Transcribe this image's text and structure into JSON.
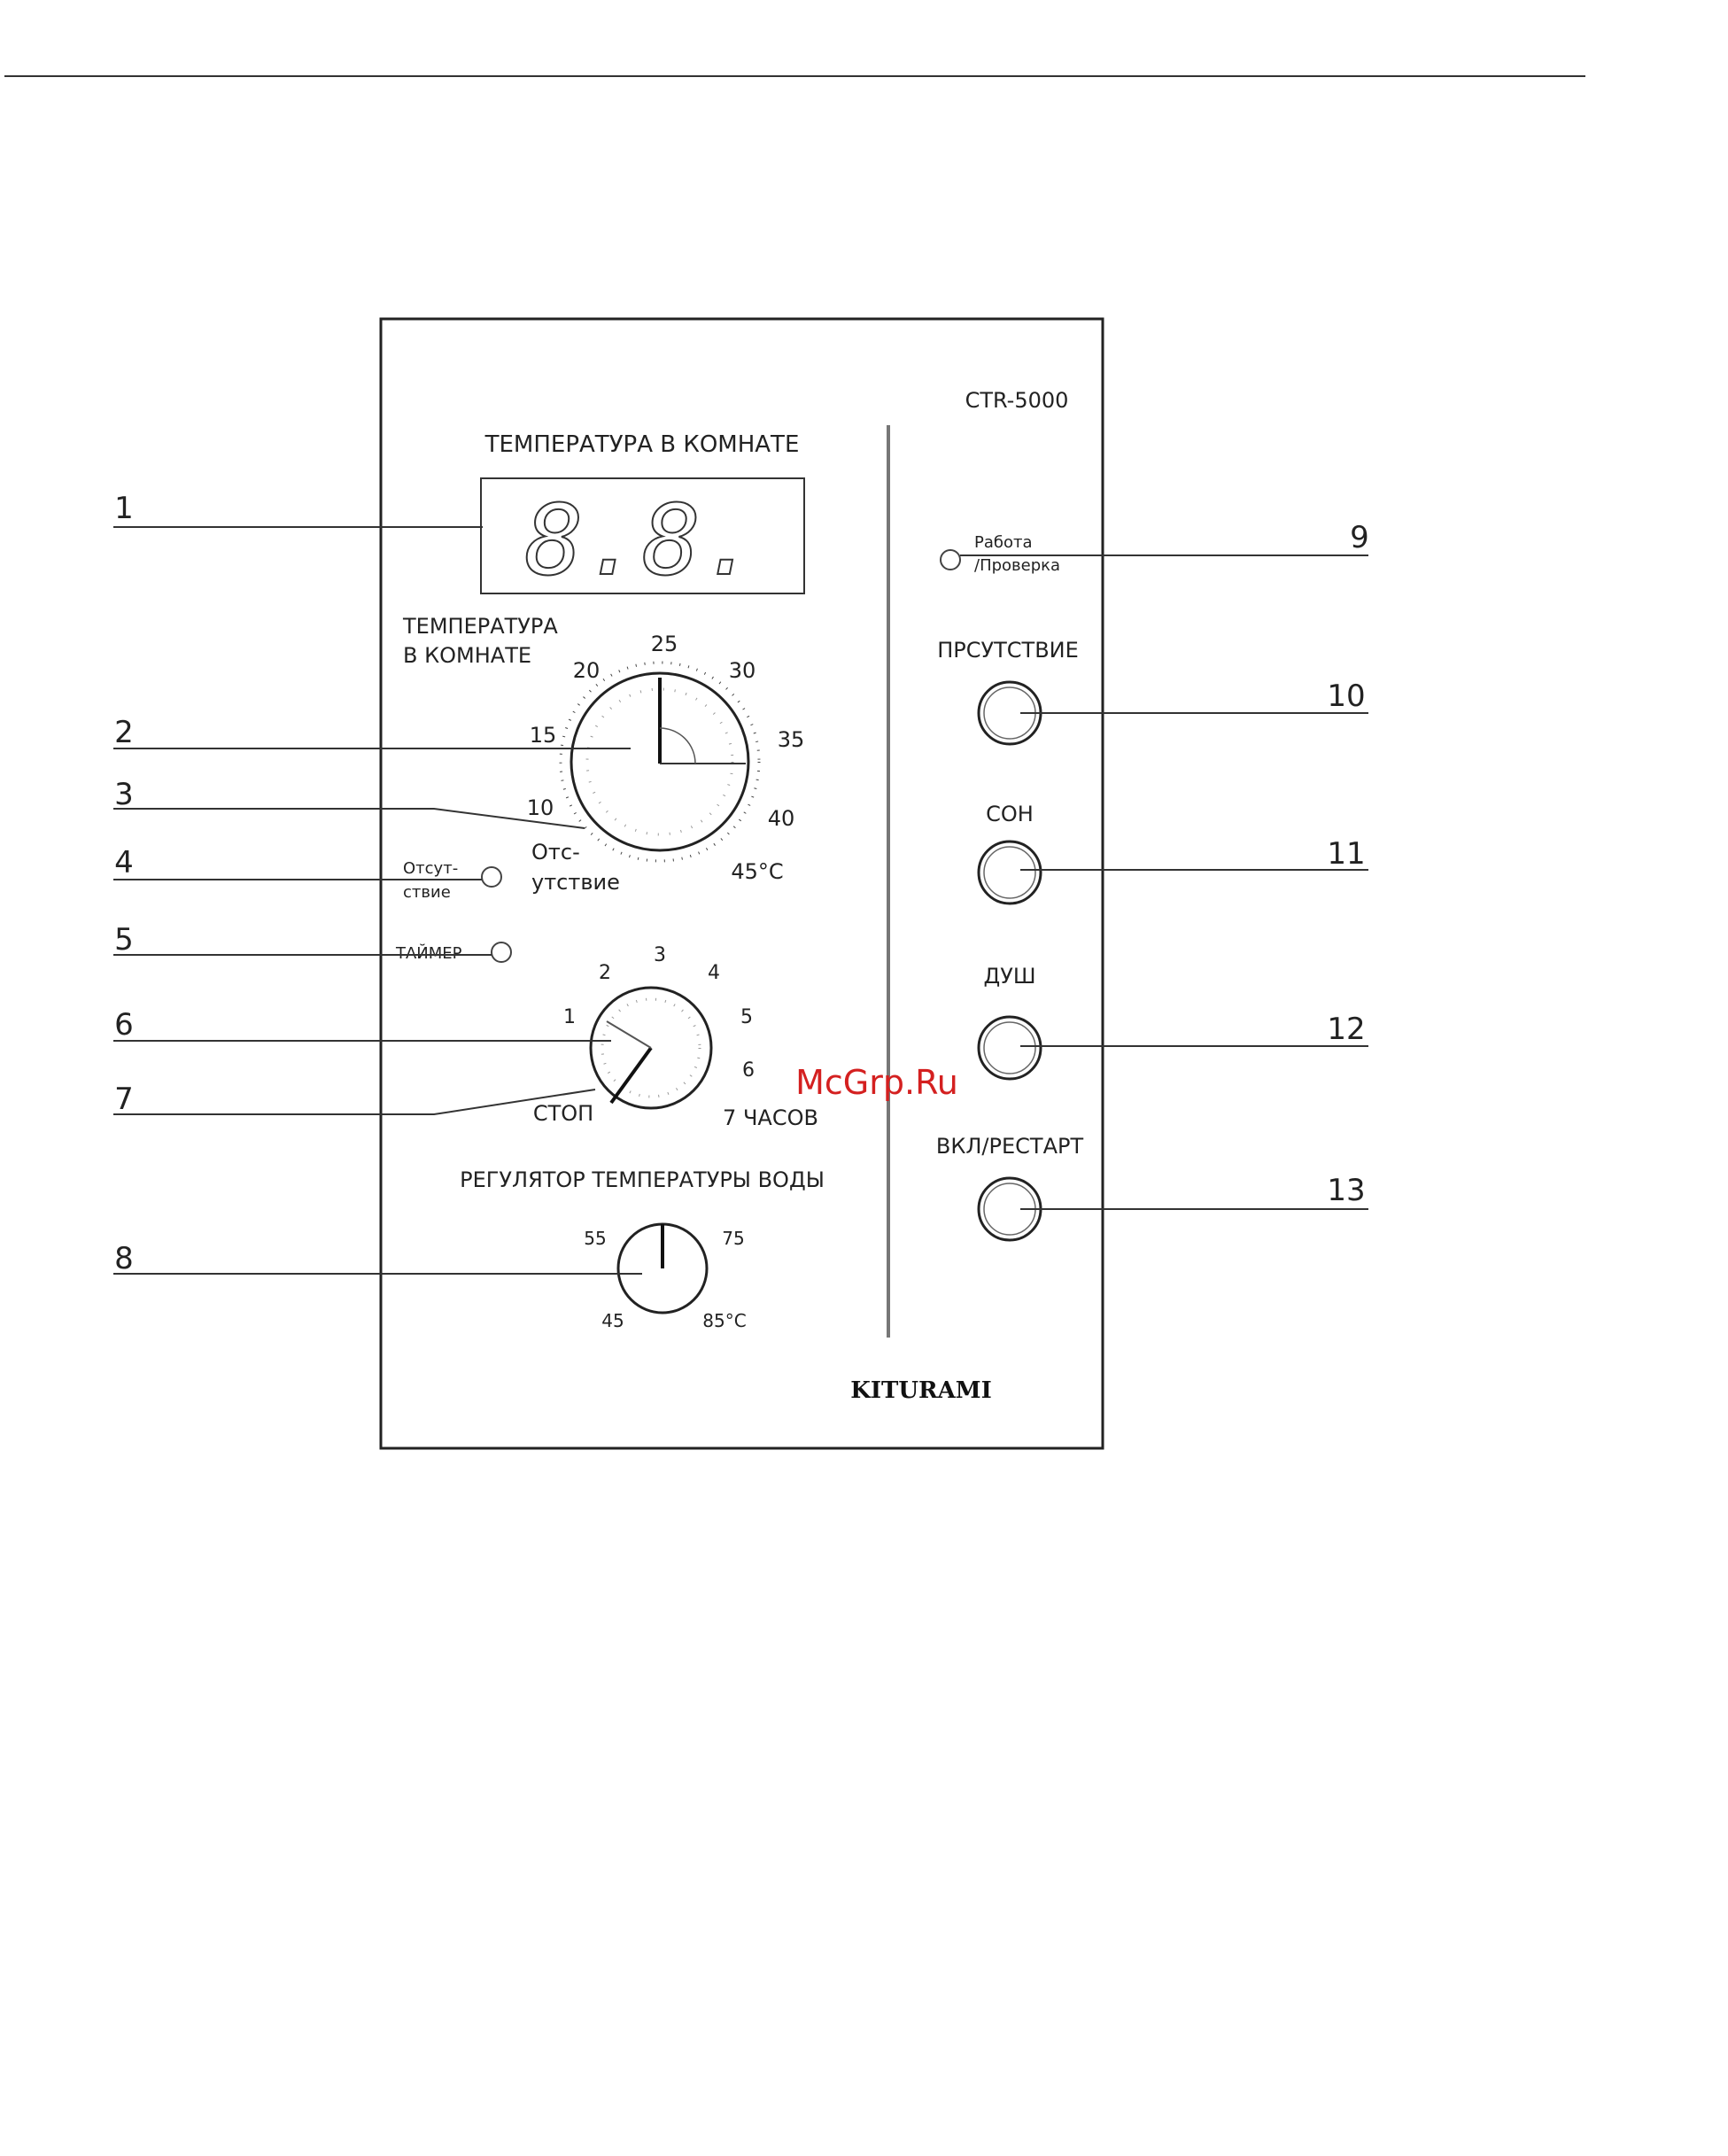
{
  "panel": {
    "model": "CTR-5000",
    "brand": "KITURAMI",
    "display_title": "ТЕМПЕРАТУРА В КОМНАТЕ",
    "display_digits": "8.8.",
    "room_dial": {
      "title_line1": "ТЕМПЕРАТУРА",
      "title_line2": "В КОМНАТЕ",
      "scale": [
        "20",
        "25",
        "30",
        "15",
        "35",
        "10",
        "40"
      ],
      "absence_line1": "Отс-",
      "absence_line2": "утствие",
      "max_label": "45°C"
    },
    "absence_led": {
      "line1": "Отсут-",
      "line2": "ствие"
    },
    "timer_led": "ТАЙМЕР",
    "timer_dial": {
      "scale": [
        "1",
        "2",
        "3",
        "4",
        "5",
        "6"
      ],
      "stop": "СТОП",
      "hours": "7 ЧАСОВ"
    },
    "water_title": "РЕГУЛЯТОР ТЕМПЕРАТУРЫ ВОДЫ",
    "water_dial": {
      "scale": [
        "55",
        "75",
        "45",
        "85°C"
      ]
    },
    "status_led": {
      "line1": "Работа",
      "line2": "/Проверка"
    },
    "buttons": [
      "ПРСУТСТВИЕ",
      "СОН",
      "ДУШ",
      "ВКЛ/РЕСТАРТ"
    ]
  },
  "callouts": [
    "1",
    "2",
    "3",
    "4",
    "5",
    "6",
    "7",
    "8",
    "9",
    "10",
    "11",
    "12",
    "13"
  ],
  "watermark": "McGrp.Ru",
  "colors": {
    "ink": "#222222",
    "watermark": "#d42020"
  }
}
